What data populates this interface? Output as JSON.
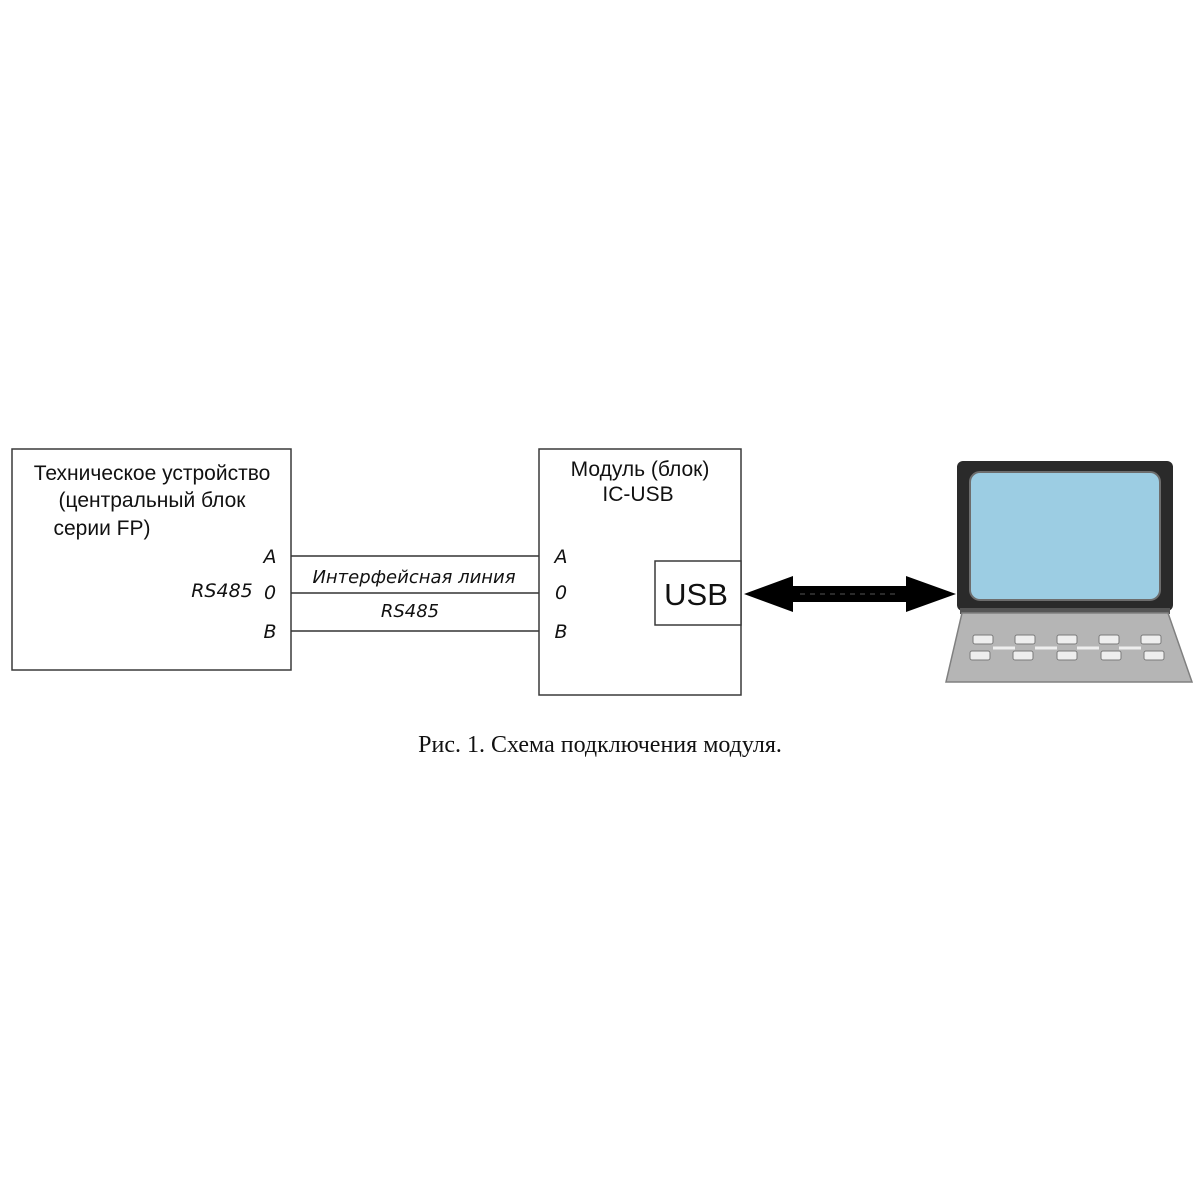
{
  "device_block": {
    "title_lines": [
      "Техническое устройство",
      "(центральный блок",
      "серии FP)"
    ],
    "interface_label": "RS485",
    "pins": [
      "A",
      "0",
      "B"
    ]
  },
  "interface_line": {
    "label_top": "Интерфейсная линия",
    "label_bottom": "RS485"
  },
  "module_block": {
    "title_lines": [
      "Модуль (блок)",
      "IC-USB"
    ],
    "pins": [
      "A",
      "0",
      "B"
    ],
    "usb_label": "USB"
  },
  "computer": {
    "icon": "laptop-icon",
    "screen_color": "#9ccde3",
    "frame_color": "#2a2a2a",
    "keyboard_color": "#b5b5b5"
  },
  "link": {
    "type": "bidirectional-arrow",
    "color": "#000000"
  },
  "caption": "Рис. 1. Схема подключения модуля."
}
